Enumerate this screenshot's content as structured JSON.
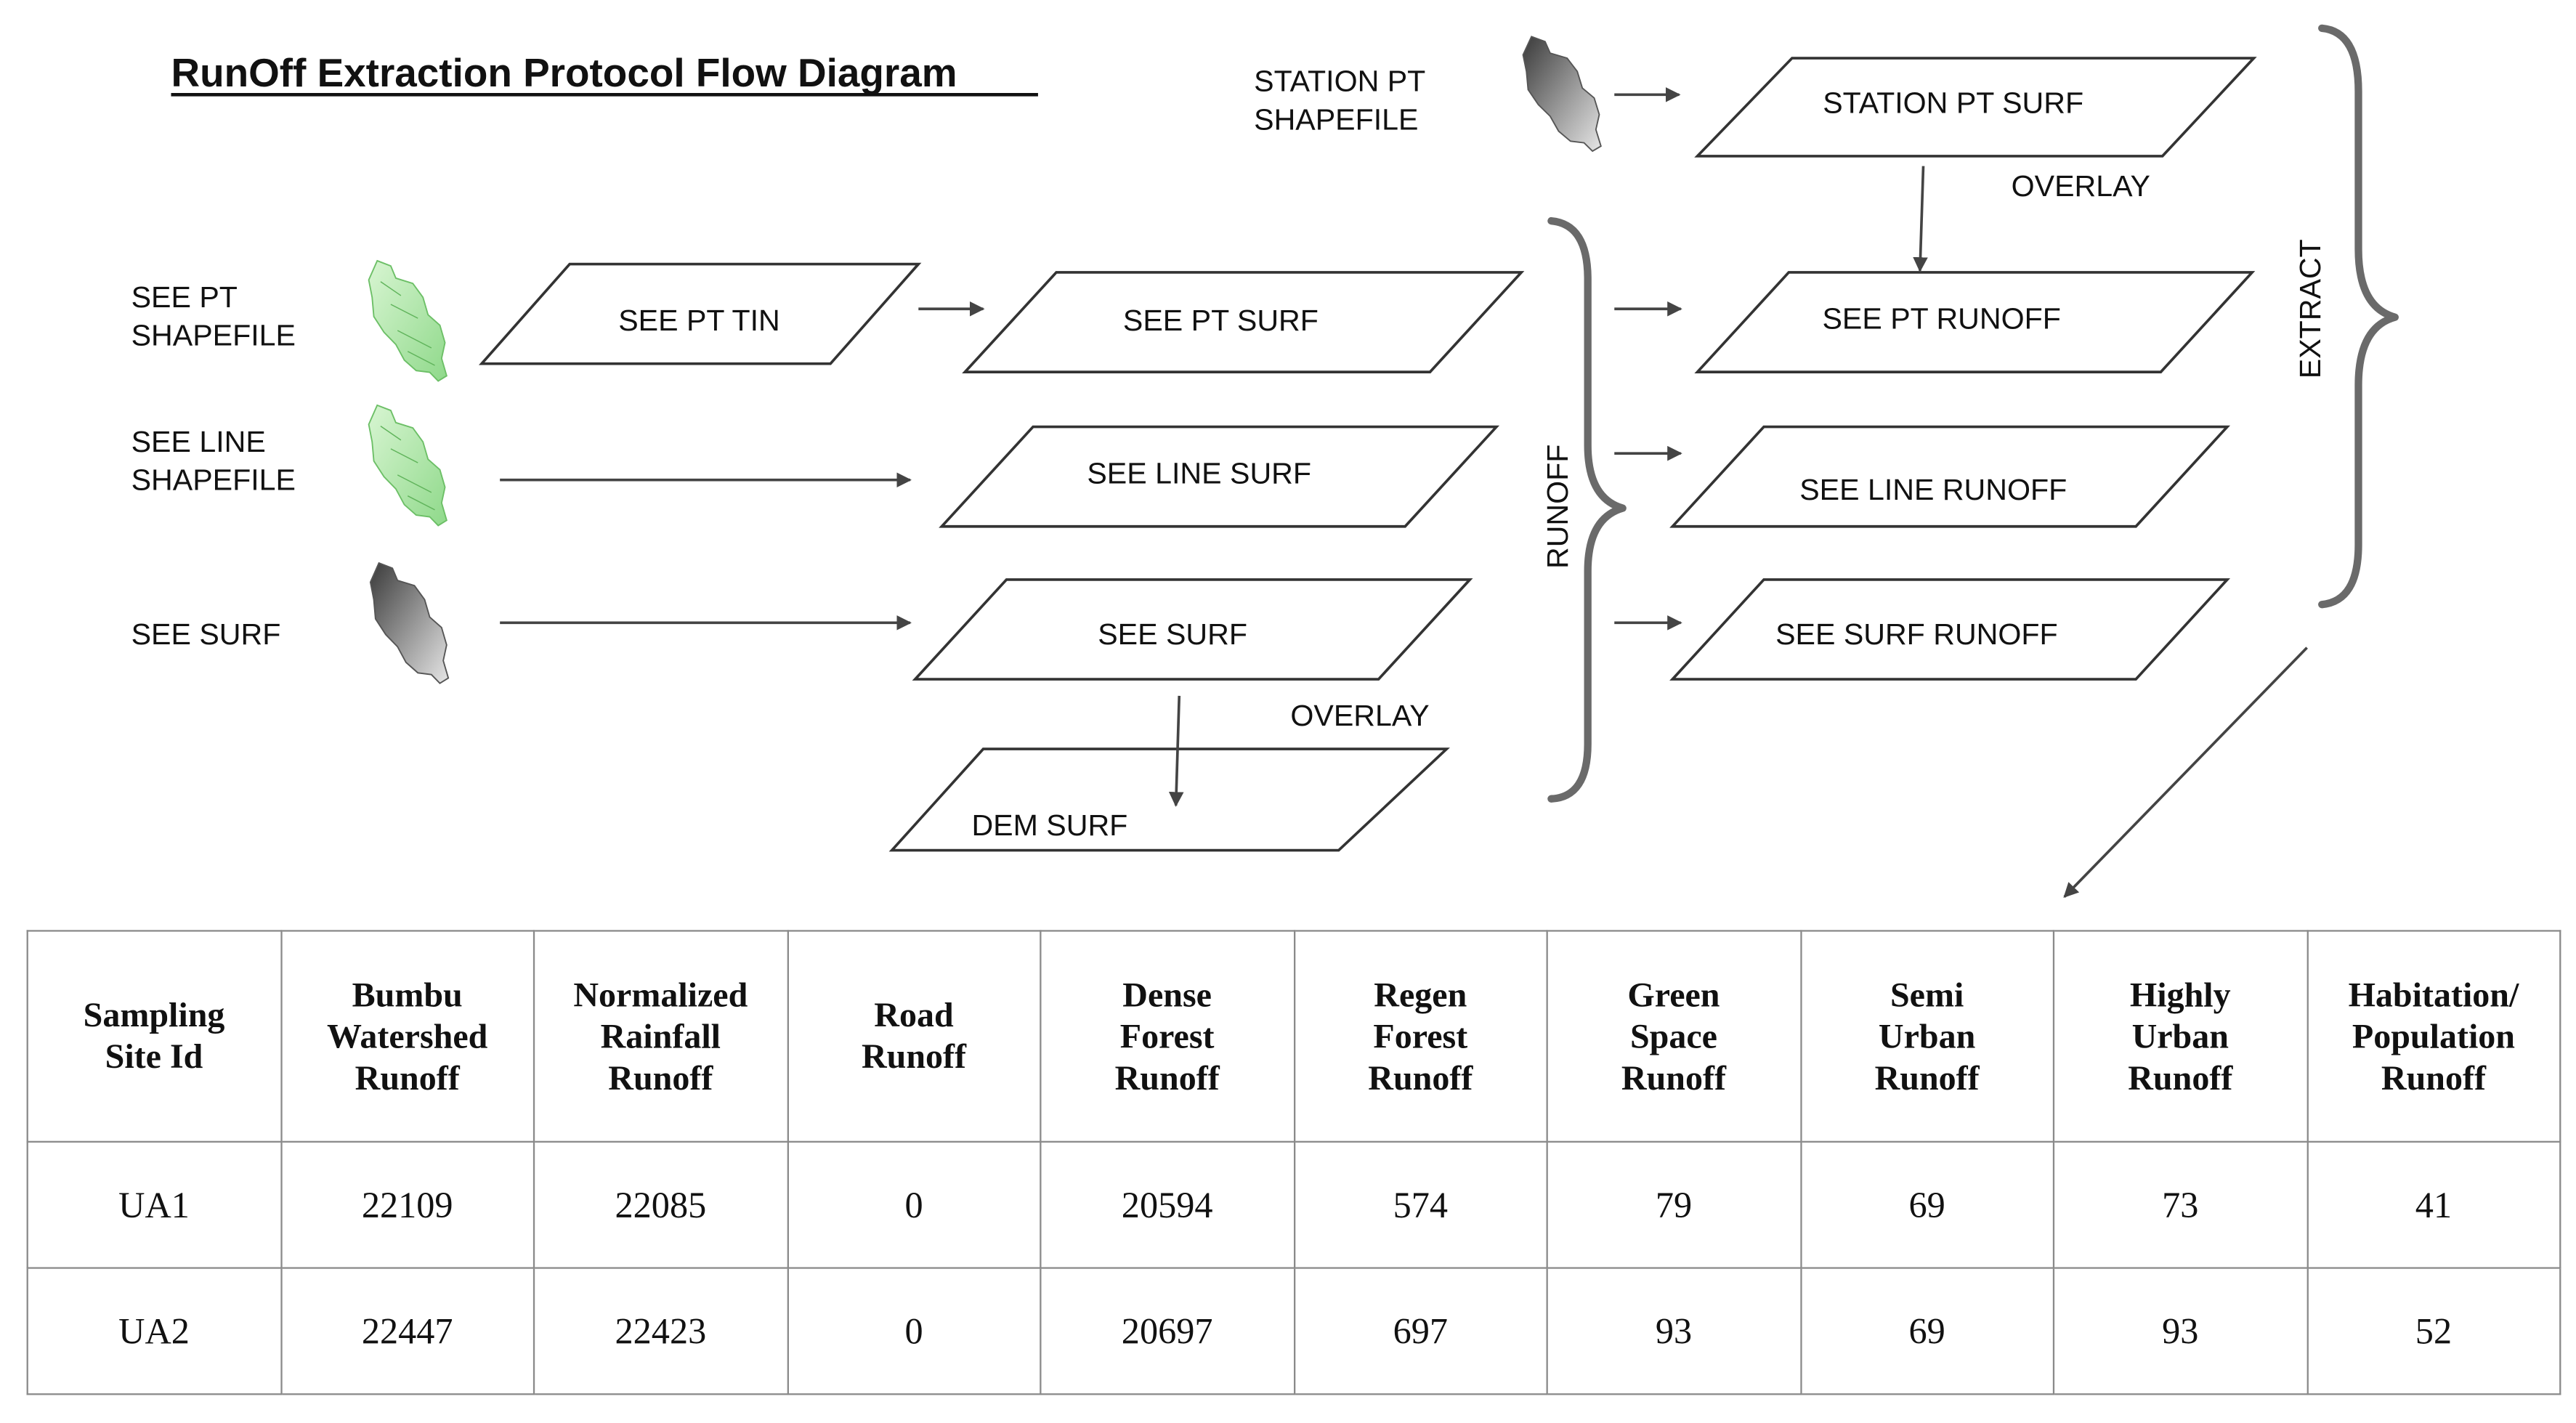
{
  "title": "RunOff Extraction Protocol Flow Diagram",
  "inputs": {
    "station_pt": [
      "STATION PT",
      "SHAPEFILE"
    ],
    "see_pt": [
      "SEE PT",
      "SHAPEFILE"
    ],
    "see_line": [
      "SEE LINE",
      "SHAPEFILE"
    ],
    "see_surf": "SEE SURF"
  },
  "nodes": {
    "see_pt_tin": "SEE PT TIN",
    "see_pt_surf": "SEE PT SURF",
    "see_line_surf": "SEE LINE SURF",
    "see_surf": "SEE SURF",
    "dem_surf": "DEM SURF",
    "station_pt_surf": "STATION  PT SURF",
    "see_pt_runoff": "SEE  PT RUNOFF",
    "see_line_runoff": "SEE LINE RUNOFF",
    "see_surf_runoff": "SEE SURF RUNOFF"
  },
  "labels": {
    "overlay_top": "OVERLAY",
    "overlay_bottom": "OVERLAY",
    "runoff": "RUNOFF",
    "extract": "EXTRACT"
  },
  "colors": {
    "green_map": "#a9e6a3",
    "grey_map": "#7a7a7a"
  },
  "icons": [
    "watershed-map-grey-icon",
    "watershed-map-green-icon"
  ],
  "table": {
    "headers": [
      "Sampling\nSite Id",
      "Bumbu\nWatershed\nRunoff",
      "Normalized\nRainfall\nRunoff",
      "Road\nRunoff",
      "Dense\nForest\nRunoff",
      "Regen\nForest\nRunoff",
      "Green\nSpace\nRunoff",
      "Semi\nUrban\nRunoff",
      "Highly\nUrban\nRunoff",
      "Habitation/\nPopulation\nRunoff"
    ],
    "rows": [
      [
        "UA1",
        "22109",
        "22085",
        "0",
        "20594",
        "574",
        "79",
        "69",
        "73",
        "41"
      ],
      [
        "UA2",
        "22447",
        "22423",
        "0",
        "20697",
        "697",
        "93",
        "69",
        "93",
        "52"
      ]
    ]
  }
}
